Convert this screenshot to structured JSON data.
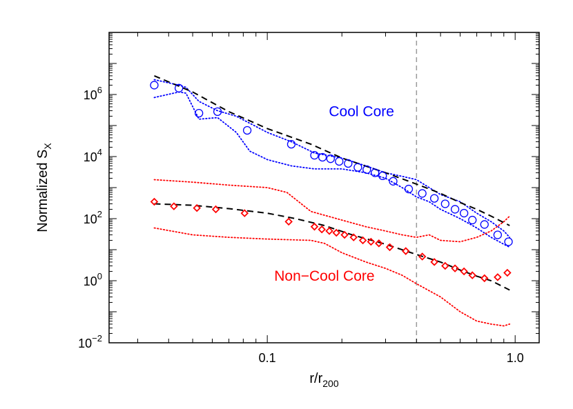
{
  "chart_data": {
    "type": "scatter",
    "xscale": "log",
    "yscale": "log",
    "xlim": [
      0.023,
      1.25
    ],
    "ylim": [
      0.01,
      100000000
    ],
    "xlabel_base": "r/r",
    "xlabel_sub": "200",
    "ylabel_base": "Normalized S",
    "ylabel_sub": "X",
    "xticks": [
      {
        "value": 0.1,
        "label": "0.1"
      },
      {
        "value": 1.0,
        "label": "1.0"
      }
    ],
    "yticks": [
      {
        "value": 0.01,
        "base": "10",
        "exp": "−2"
      },
      {
        "value": 1,
        "base": "10",
        "exp": "0"
      },
      {
        "value": 100,
        "base": "10",
        "exp": "2"
      },
      {
        "value": 10000,
        "base": "10",
        "exp": "4"
      },
      {
        "value": 1000000,
        "base": "10",
        "exp": "6"
      }
    ],
    "vline": {
      "x": 0.4,
      "color": "#999999"
    },
    "annotations": [
      {
        "text": "Cool Core",
        "color": "#0000ff",
        "x": 0.24,
        "y": 200000
      },
      {
        "text": "Non−Cool Core",
        "color": "#ff0000",
        "x": 0.17,
        "y": 1.0
      }
    ],
    "series": [
      {
        "marker": "circle",
        "color": "#0000ff",
        "x": [
          0.035,
          0.044,
          0.053,
          0.063,
          0.083,
          0.125,
          0.155,
          0.167,
          0.18,
          0.195,
          0.212,
          0.232,
          0.252,
          0.272,
          0.292,
          0.322,
          0.372,
          0.422,
          0.472,
          0.522,
          0.572,
          0.622,
          0.672,
          0.752,
          0.85,
          0.94
        ],
        "y": [
          2000000,
          1600000,
          250000,
          280000,
          70000,
          25000,
          11000,
          9500,
          8500,
          7000,
          6000,
          4500,
          3800,
          3000,
          2400,
          1600,
          900,
          650,
          450,
          300,
          200,
          150,
          90,
          65,
          30,
          18
        ]
      },
      {
        "marker": "diamond",
        "color": "#ff0000",
        "x": [
          0.035,
          0.042,
          0.052,
          0.062,
          0.081,
          0.122,
          0.155,
          0.166,
          0.178,
          0.19,
          0.205,
          0.223,
          0.243,
          0.262,
          0.282,
          0.312,
          0.362,
          0.422,
          0.472,
          0.522,
          0.572,
          0.622,
          0.672,
          0.752,
          0.85,
          0.93
        ],
        "y": [
          350,
          250,
          220,
          200,
          150,
          80,
          55,
          45,
          40,
          35,
          30,
          25,
          20,
          18,
          16,
          12,
          9,
          6,
          4,
          3,
          2.5,
          2,
          1.5,
          1.2,
          1.3,
          1.8
        ]
      }
    ],
    "fit_lines": [
      {
        "style": "dashed",
        "color": "#000000",
        "x": [
          0.035,
          0.05,
          0.07,
          0.1,
          0.15,
          0.2,
          0.3,
          0.4,
          0.5,
          0.6,
          0.7,
          0.8,
          0.95
        ],
        "y": [
          4000000,
          1200000,
          280000,
          80000,
          25000,
          9000,
          3000,
          1300,
          650,
          330,
          200,
          120,
          60
        ]
      },
      {
        "style": "dashed",
        "color": "#000000",
        "x": [
          0.035,
          0.05,
          0.07,
          0.1,
          0.13,
          0.17,
          0.22,
          0.3,
          0.4,
          0.5,
          0.6,
          0.7,
          0.8,
          0.95
        ],
        "y": [
          300,
          270,
          210,
          150,
          100,
          60,
          30,
          15,
          7,
          4,
          2.2,
          1.4,
          1.0,
          0.5
        ]
      }
    ],
    "envelopes": [
      {
        "style": "dotted",
        "color": "#0000ff",
        "upper": {
          "x": [
            0.035,
            0.044,
            0.047,
            0.053,
            0.063,
            0.075,
            0.1,
            0.125,
            0.155,
            0.2,
            0.25,
            0.3,
            0.35,
            0.4,
            0.45,
            0.5,
            0.6,
            0.7,
            0.8,
            0.9,
            0.95
          ],
          "y": [
            3000000,
            2000000,
            1700000,
            600000,
            300000,
            200000,
            60000,
            30000,
            13000,
            9000,
            5000,
            3000,
            2300,
            1800,
            1000,
            600,
            350,
            150,
            80,
            40,
            25
          ]
        },
        "lower": {
          "x": [
            0.035,
            0.044,
            0.047,
            0.053,
            0.063,
            0.075,
            0.085,
            0.1,
            0.125,
            0.155,
            0.2,
            0.25,
            0.3,
            0.35,
            0.4,
            0.45,
            0.5,
            0.6,
            0.7,
            0.8,
            0.9,
            0.95
          ],
          "y": [
            800000,
            1200000,
            1100000,
            160000,
            180000,
            60000,
            15000,
            8000,
            5000,
            4000,
            4000,
            3000,
            2000,
            1000,
            500,
            350,
            200,
            100,
            50,
            25,
            15,
            12
          ]
        }
      },
      {
        "style": "dotted",
        "color": "#ff0000",
        "upper": {
          "x": [
            0.035,
            0.05,
            0.07,
            0.1,
            0.12,
            0.15,
            0.2,
            0.25,
            0.3,
            0.35,
            0.4,
            0.45,
            0.5,
            0.6,
            0.7,
            0.8,
            0.9,
            0.95
          ],
          "y": [
            1800,
            1500,
            1200,
            1000,
            700,
            170,
            90,
            55,
            40,
            30,
            25,
            30,
            20,
            18,
            25,
            40,
            80,
            120
          ]
        },
        "lower": {
          "x": [
            0.035,
            0.05,
            0.07,
            0.1,
            0.15,
            0.17,
            0.2,
            0.25,
            0.3,
            0.35,
            0.4,
            0.5,
            0.6,
            0.7,
            0.8,
            0.9,
            0.95
          ],
          "y": [
            50,
            30,
            25,
            22,
            20,
            16,
            8,
            4,
            2.5,
            1.5,
            0.8,
            0.3,
            0.1,
            0.05,
            0.04,
            0.035,
            0.04
          ]
        }
      }
    ]
  }
}
